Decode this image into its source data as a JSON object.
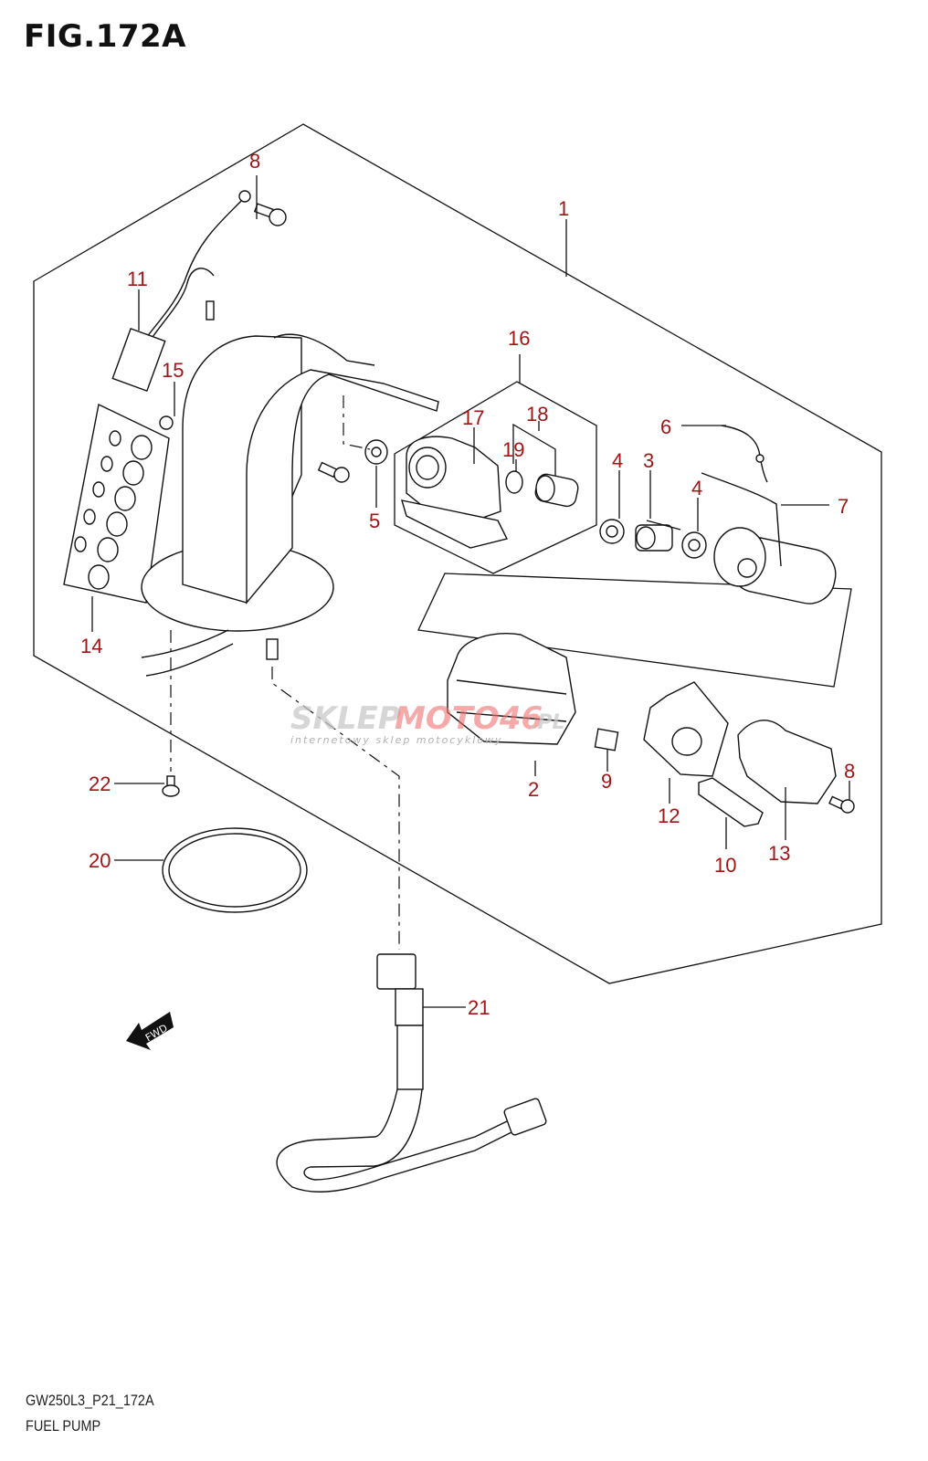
{
  "figure": {
    "title": "FIG.172A",
    "code": "GW250L3_P21_172A",
    "name": "FUEL PUMP"
  },
  "watermark": {
    "brand_grey": "SKLEP",
    "brand_red": "MOTO46",
    "brand_suffix": ".PL",
    "subtitle": "internetowy sklep motocyklowy"
  },
  "direction_marker": {
    "label": "FWD",
    "icon": "forward-arrow-icon"
  },
  "colors": {
    "label": "#a31515",
    "line": "#111111",
    "background": "#ffffff"
  },
  "callouts": [
    {
      "id": "1",
      "text": "1",
      "part": "fuel-pump-assembly"
    },
    {
      "id": "2",
      "text": "2",
      "part": "pump-holder-case"
    },
    {
      "id": "3",
      "text": "3",
      "part": "pump-damper"
    },
    {
      "id": "4a",
      "text": "4",
      "part": "washer"
    },
    {
      "id": "4b",
      "text": "4",
      "part": "washer"
    },
    {
      "id": "5",
      "text": "5",
      "part": "cushion"
    },
    {
      "id": "6",
      "text": "6",
      "part": "lead-wire"
    },
    {
      "id": "7",
      "text": "7",
      "part": "fuel-pump-motor"
    },
    {
      "id": "8a",
      "text": "8",
      "part": "screw"
    },
    {
      "id": "8b",
      "text": "8",
      "part": "screw"
    },
    {
      "id": "9",
      "text": "9",
      "part": "clip"
    },
    {
      "id": "10",
      "text": "10",
      "part": "damper"
    },
    {
      "id": "11",
      "text": "11",
      "part": "wire-harness-connector"
    },
    {
      "id": "12",
      "text": "12",
      "part": "fuel-filter"
    },
    {
      "id": "13",
      "text": "13",
      "part": "pump-cover"
    },
    {
      "id": "14",
      "text": "14",
      "part": "fuel-level-guard"
    },
    {
      "id": "15",
      "text": "15",
      "part": "clamp"
    },
    {
      "id": "16",
      "text": "16",
      "part": "pressure-regulator-set"
    },
    {
      "id": "17",
      "text": "17",
      "part": "regulator-body"
    },
    {
      "id": "18",
      "text": "18",
      "part": "regulator"
    },
    {
      "id": "19",
      "text": "19",
      "part": "o-ring"
    },
    {
      "id": "20",
      "text": "20",
      "part": "gasket-ring"
    },
    {
      "id": "21",
      "text": "21",
      "part": "fuel-hose"
    },
    {
      "id": "22",
      "text": "22",
      "part": "bolt"
    }
  ]
}
